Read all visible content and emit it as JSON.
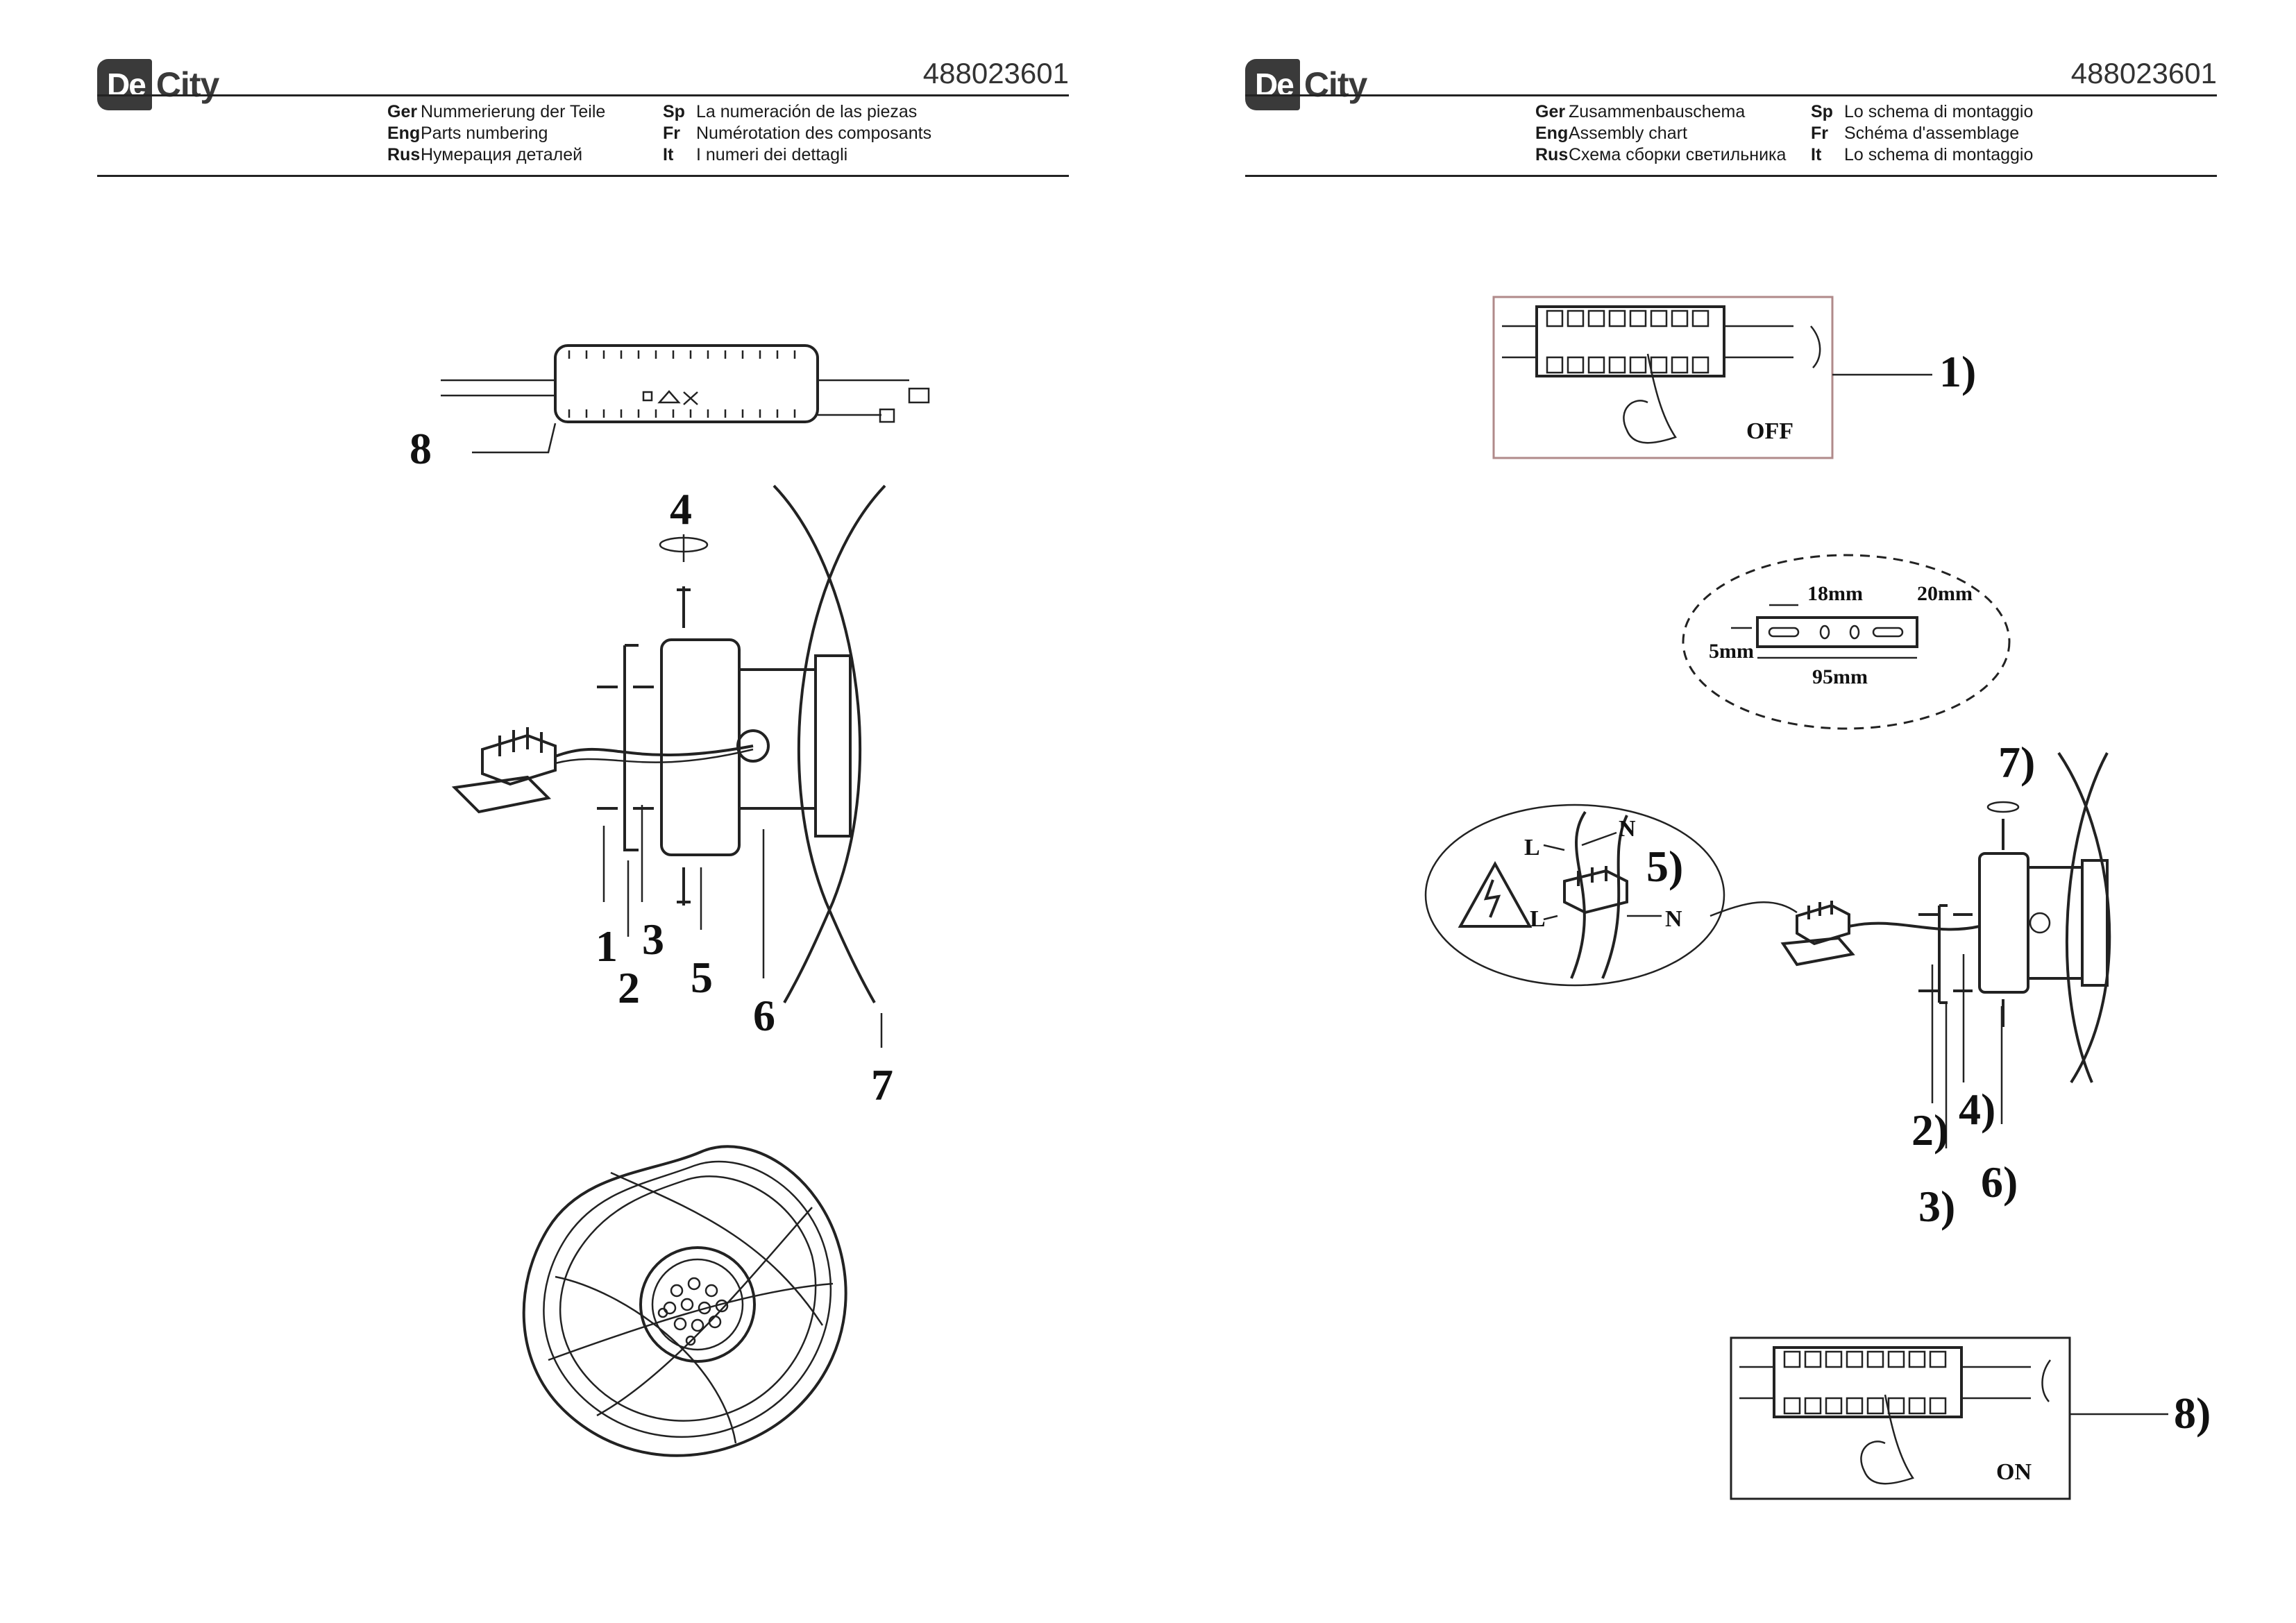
{
  "brand": {
    "mark": "De",
    "text": "City"
  },
  "article_number": "488023601",
  "left_page": {
    "langs": [
      {
        "code": "Ger",
        "text": "Nummerierung der Teile"
      },
      {
        "code": "Eng",
        "text": "Parts numbering"
      },
      {
        "code": "Rus",
        "text": "Нумерация деталей"
      }
    ],
    "langs_right": [
      {
        "code": "Sp",
        "text": "La numeración de las piezas"
      },
      {
        "code": "Fr",
        "text": "Numérotation des composants"
      },
      {
        "code": "It",
        "text": "I numeri dei dettagli"
      }
    ],
    "callouts": [
      "1",
      "2",
      "3",
      "4",
      "5",
      "6",
      "7",
      "8"
    ]
  },
  "right_page": {
    "langs": [
      {
        "code": "Ger",
        "text": "Zusammenbauschema"
      },
      {
        "code": "Eng",
        "text": "Assembly chart"
      },
      {
        "code": "Rus",
        "text": "Схема сборки светильника"
      }
    ],
    "langs_right": [
      {
        "code": "Sp",
        "text": "Lo schema di montaggio"
      },
      {
        "code": "Fr",
        "text": "Schéma d'assemblage"
      },
      {
        "code": "It",
        "text": "Lo schema di montaggio"
      }
    ],
    "steps": [
      "1)",
      "2)",
      "3)",
      "4)",
      "5)",
      "6)",
      "7)",
      "8)"
    ],
    "switch_off": "OFF",
    "switch_on": "ON",
    "dims": {
      "d1": "18mm",
      "d2": "20mm",
      "d3": "5mm",
      "d4": "95mm"
    },
    "wire_labels": {
      "live": "L",
      "neutral": "N"
    }
  }
}
